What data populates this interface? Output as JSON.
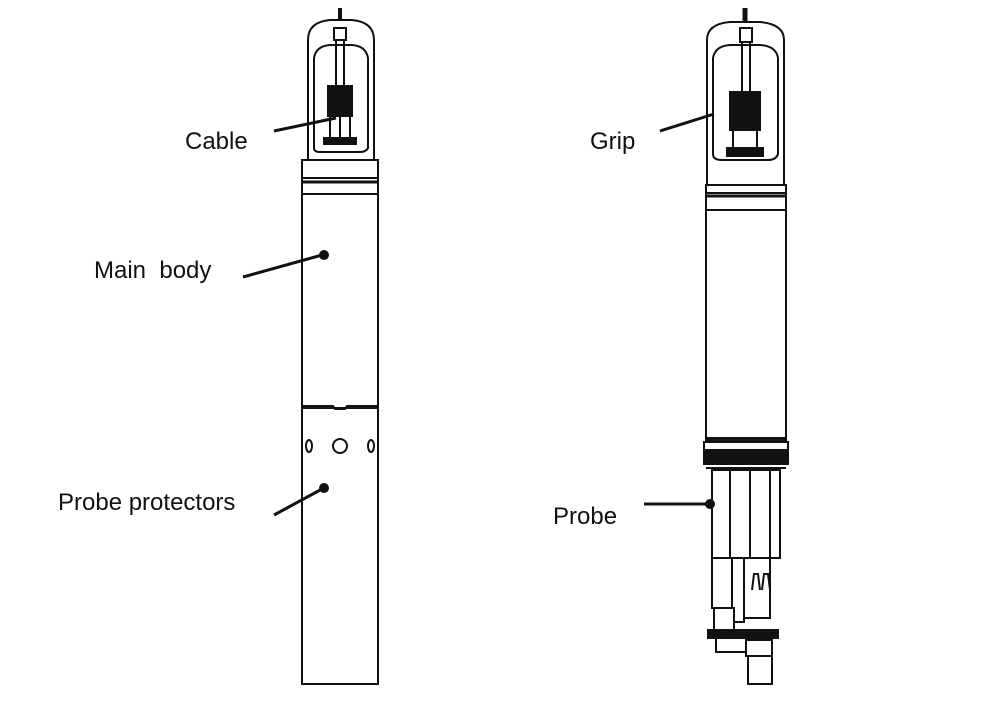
{
  "labels": {
    "cable": "Cable",
    "main_body": "Main  body",
    "probe_protectors": "Probe protectors",
    "grip": "Grip",
    "probe": "Probe"
  },
  "colors": {
    "line": "#111111",
    "fill": "#ffffff"
  }
}
